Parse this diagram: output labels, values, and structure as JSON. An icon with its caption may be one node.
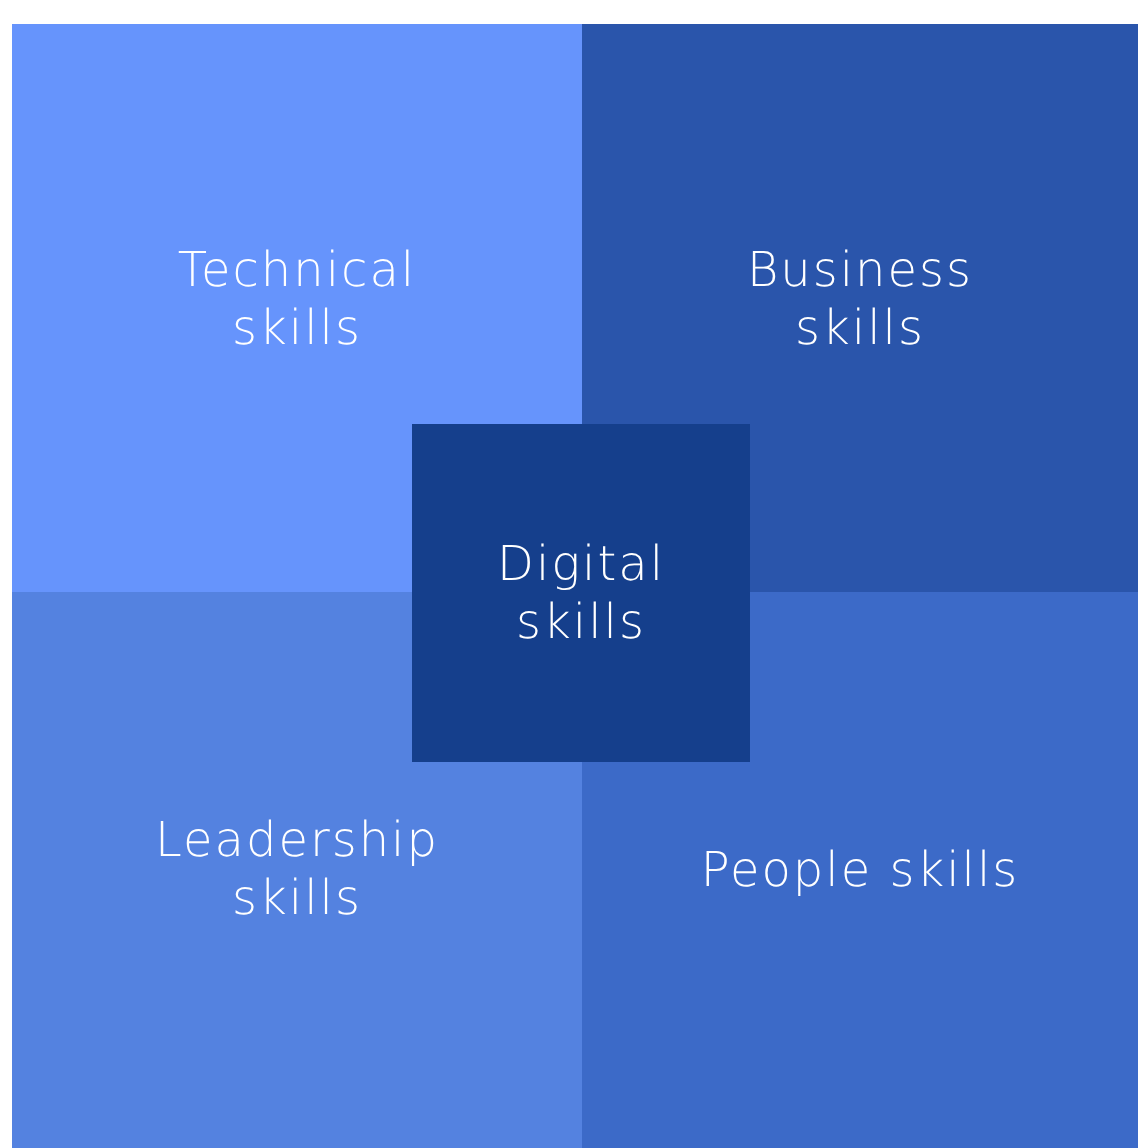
{
  "diagram": {
    "nodes": [
      {
        "text": [
          "Technical skills"
        ]
      },
      {
        "text": [
          "Business skills"
        ]
      },
      {
        "text": [
          "Digital skills"
        ]
      },
      {
        "text": [
          "Leadership skills"
        ]
      },
      {
        "text": [
          "People skills"
        ]
      }
    ]
  }
}
